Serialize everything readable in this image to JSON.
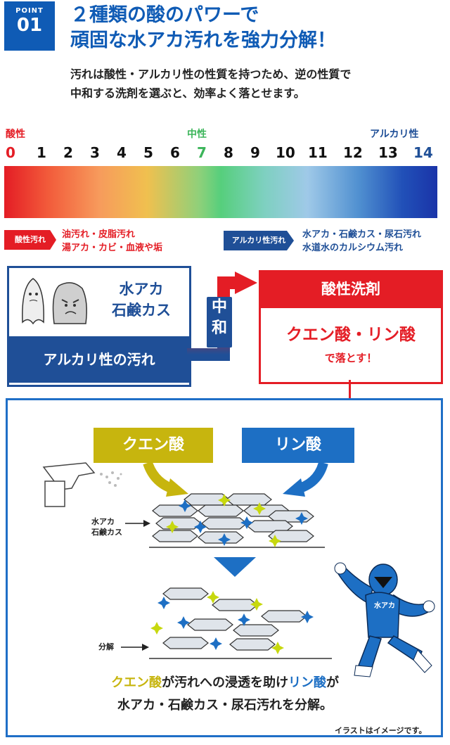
{
  "header": {
    "badge_top": "POINT",
    "badge_num": "01",
    "title_line1": "２種類の酸のパワーで",
    "title_line2": "頑固な水アカ汚れを強力分解！",
    "lead_line1": "汚れは酸性・アルカリ性の性質を持つため、逆の性質で",
    "lead_line2": "中和する洗剤を選ぶと、効率よく落とせます。"
  },
  "ph_scale": {
    "acidic_label": "酸性",
    "neutral_label": "中性",
    "alkaline_label": "アルカリ性",
    "numbers": [
      "0",
      "1",
      "2",
      "3",
      "4",
      "5",
      "6",
      "7",
      "8",
      "9",
      "10",
      "11",
      "12",
      "13",
      "14"
    ]
  },
  "tags": {
    "acid_tag": "酸性汚れ",
    "acid_desc_1": "油汚れ・皮脂汚れ",
    "acid_desc_2": "湯アカ・カビ・血液や垢",
    "alk_tag": "アルカリ性汚れ",
    "alk_desc_1": "水アカ・石鹸カス・尿石汚れ",
    "alk_desc_2": "水道水のカルシウム汚れ"
  },
  "alkaline_box": {
    "line1": "水アカ",
    "line2": "石鹸カス",
    "bar": "アルカリ性の汚れ"
  },
  "neutralize": {
    "char1": "中",
    "char2": "和"
  },
  "acid_box": {
    "head": "酸性洗剤",
    "main": "クエン酸・リン酸",
    "sub": "で落とす！"
  },
  "panel": {
    "citric": "クエン酸",
    "phosphoric": "リン酸",
    "dirt_label_1": "水アカ",
    "dirt_label_2": "石鹸カス",
    "decomp_label": "分解",
    "hero_chest": "水アカ",
    "cap_citric": "クエン酸",
    "cap_mid": "が汚れへの浸透を助け",
    "cap_phos": "リン酸",
    "cap_end": "が",
    "cap_line2": "水アカ・石鹸カス・尿石汚れを分解。",
    "note": "イラストはイメージです。"
  },
  "colors": {
    "brand_blue": "#0f5bb5",
    "acid_red": "#e41d25",
    "alk_blue": "#1f4f97",
    "citric_yellow": "#c7b50e",
    "phos_blue": "#1d6fc4",
    "neutral_green": "#3cb55a"
  }
}
